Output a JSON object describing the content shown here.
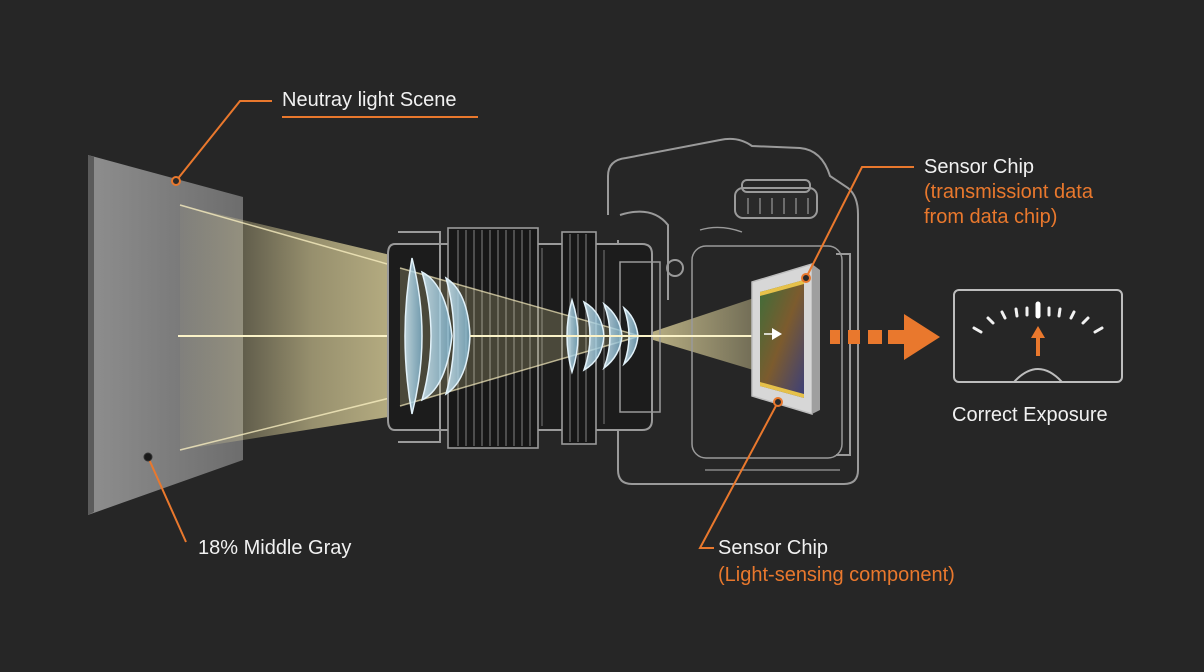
{
  "labels": {
    "scene": "Neutray light Scene",
    "gray_card": "18% Middle Gray",
    "sensor_top_title": "Sensor Chip",
    "sensor_top_sub_1": "(transmissiont data",
    "sensor_top_sub_2": "from data chip)",
    "sensor_bottom_title": "Sensor Chip",
    "sensor_bottom_sub": "(Light-sensing component)",
    "exposure": "Correct Exposure"
  },
  "icons": {
    "gray_card": "gray-card-panel",
    "camera": "dslr-camera-outline",
    "lens": "zoom-lens",
    "sensor": "image-sensor-chip",
    "arrow": "dashed-arrow-right",
    "meter": "exposure-meter-gauge"
  },
  "meter": {
    "needle_position": 0.5
  },
  "colors": {
    "background": "#262626",
    "accent": "#e9782d",
    "light_beam": "#f3e6a8",
    "lens_glass": "#a9d5ea",
    "outline": "#9a9a9a",
    "text": "#f1f1f1"
  }
}
